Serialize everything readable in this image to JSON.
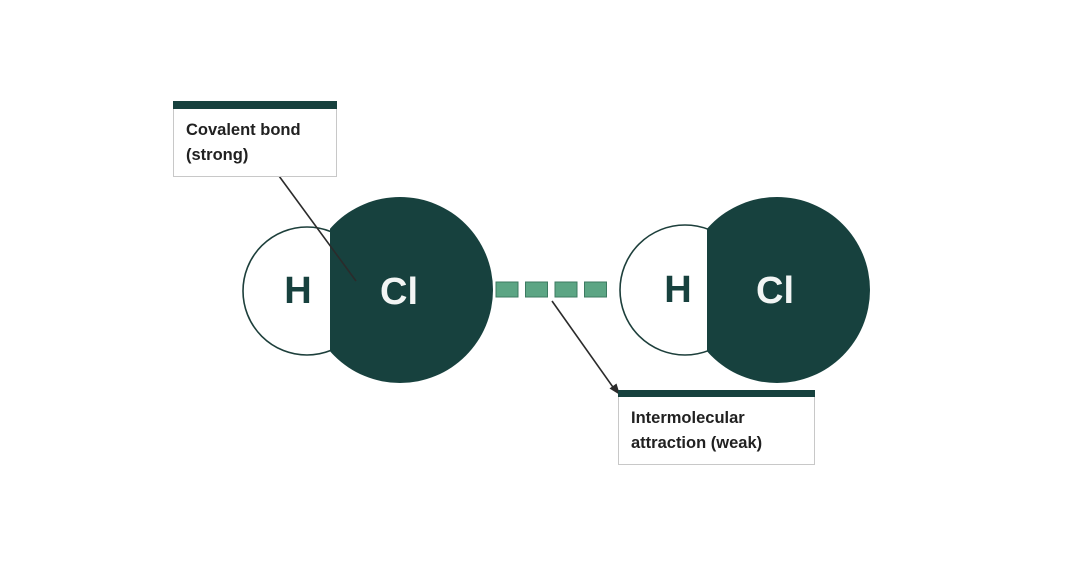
{
  "colors": {
    "dark_teal": "#17413e",
    "circle_outline": "#1d3f3b",
    "dash_green": "#5ca584",
    "dash_border": "#3c7a61",
    "leader_line": "#2b2b2b",
    "callout_border": "#c8c8c8",
    "callout_text": "#212121",
    "h_text": "#17413e",
    "cl_text": "#f2f5f4",
    "background": "#ffffff"
  },
  "annotations": {
    "covalent": {
      "line1": "Covalent bond",
      "line2": "(strong)"
    },
    "intermolecular": {
      "line1": "Intermolecular",
      "line2": "attraction (weak)"
    }
  },
  "molecules": {
    "left": {
      "hydrogen_label": "H",
      "chlorine_label": "Cl"
    },
    "right": {
      "hydrogen_label": "H",
      "chlorine_label": "Cl"
    }
  },
  "dash_count": 4
}
